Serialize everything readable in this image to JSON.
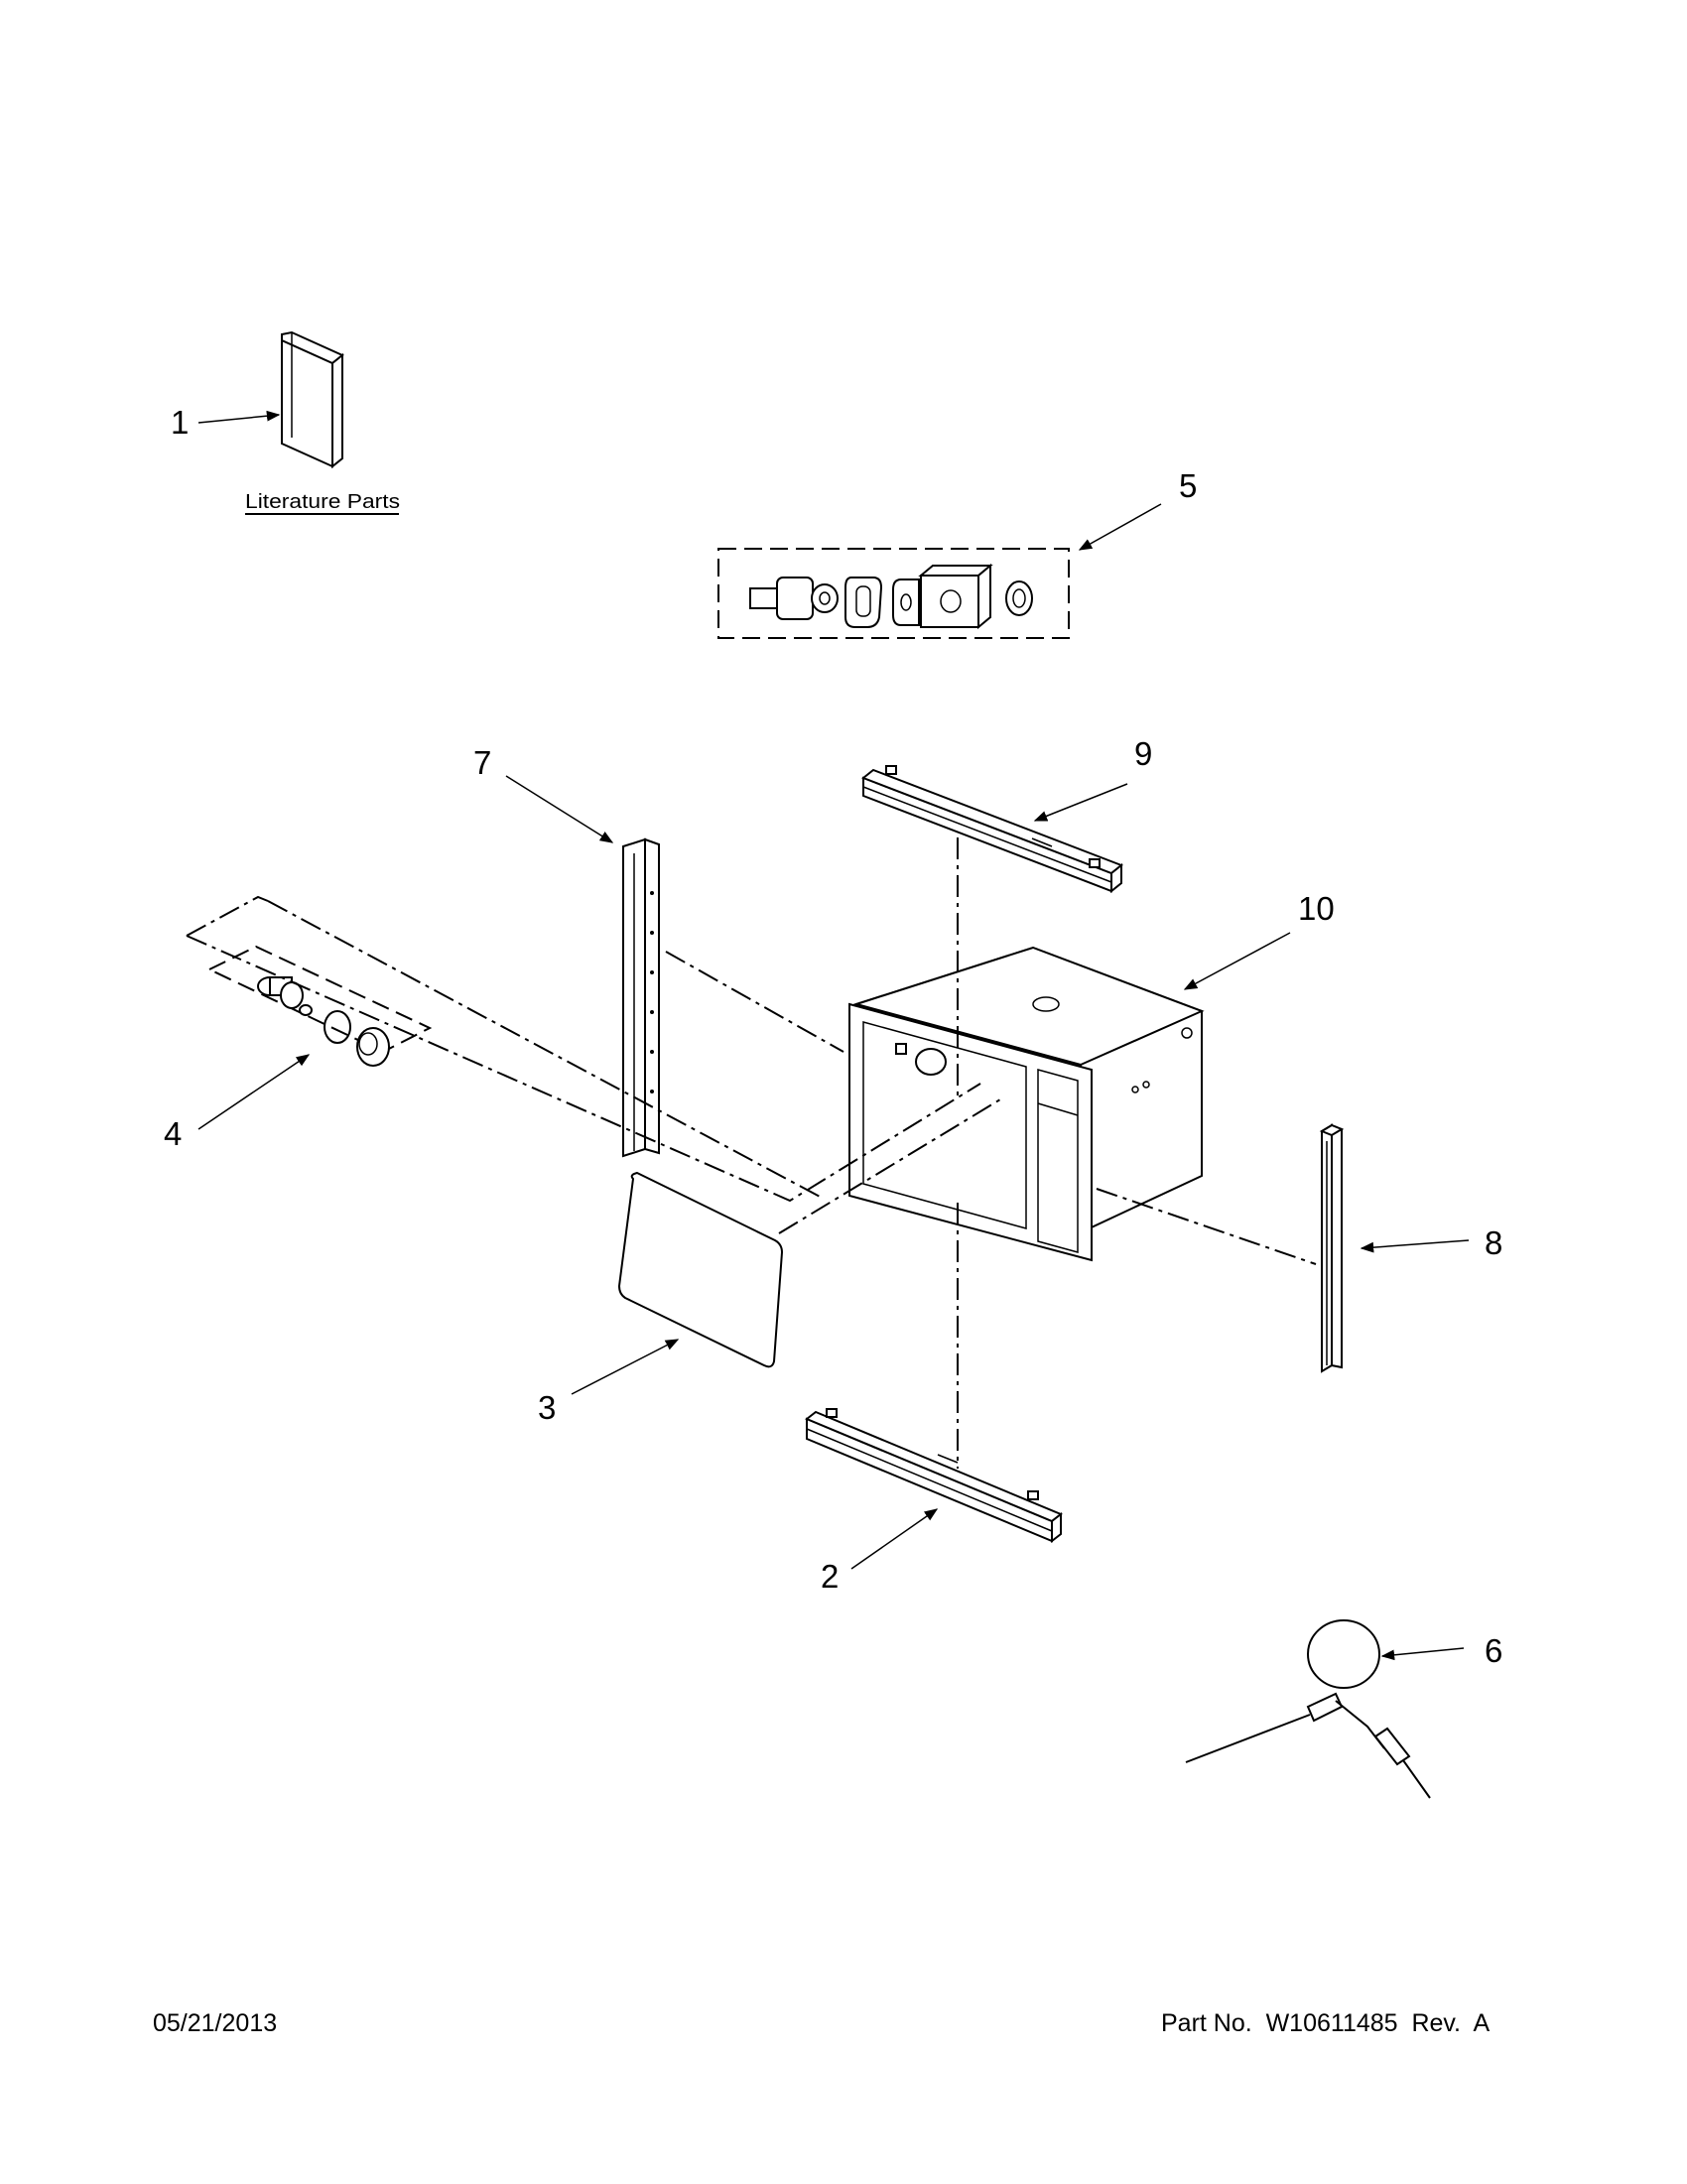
{
  "diagram": {
    "callouts": {
      "c1": "1",
      "c2": "2",
      "c3": "3",
      "c4": "4",
      "c5": "5",
      "c6": "6",
      "c7": "7",
      "c8": "8",
      "c9": "9",
      "c10": "10"
    },
    "literature_label": "Literature Parts"
  },
  "footer": {
    "date": "05/21/2013",
    "part_no": "Part No.  W10611485  Rev.  A"
  }
}
